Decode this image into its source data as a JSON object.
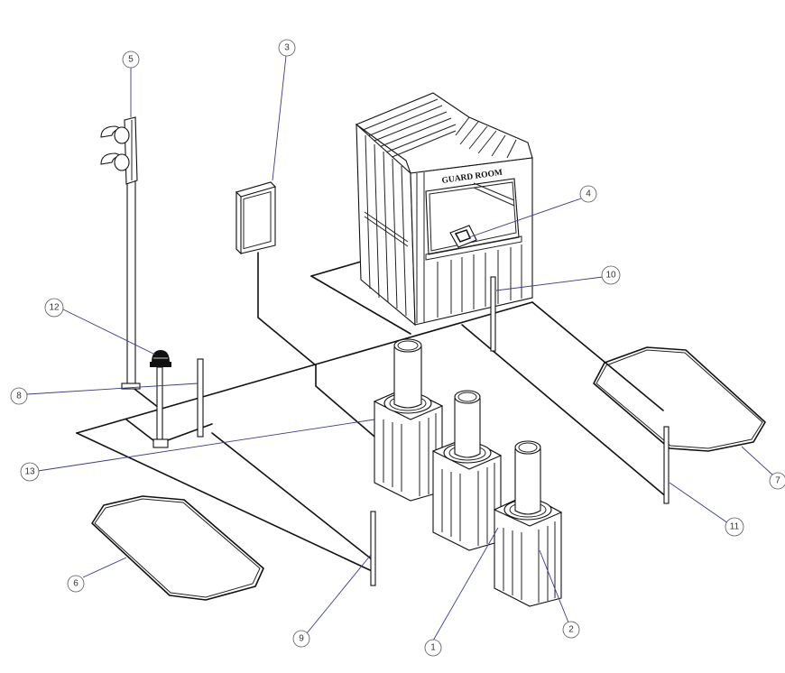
{
  "guard_room_sign": "GUARD ROOM",
  "callouts": [
    {
      "id": "c1",
      "label": "1"
    },
    {
      "id": "c2",
      "label": "2"
    },
    {
      "id": "c3",
      "label": "3"
    },
    {
      "id": "c4",
      "label": "4"
    },
    {
      "id": "c5",
      "label": "5"
    },
    {
      "id": "c6",
      "label": "6"
    },
    {
      "id": "c7",
      "label": "7"
    },
    {
      "id": "c8",
      "label": "8"
    },
    {
      "id": "c9",
      "label": "9"
    },
    {
      "id": "c10",
      "label": "10"
    },
    {
      "id": "c11",
      "label": "11"
    },
    {
      "id": "c12",
      "label": "12"
    },
    {
      "id": "c13",
      "label": "13"
    }
  ],
  "colors": {
    "line": "#111111",
    "callout_leader": "#3a3a8a",
    "background": "#ffffff"
  }
}
